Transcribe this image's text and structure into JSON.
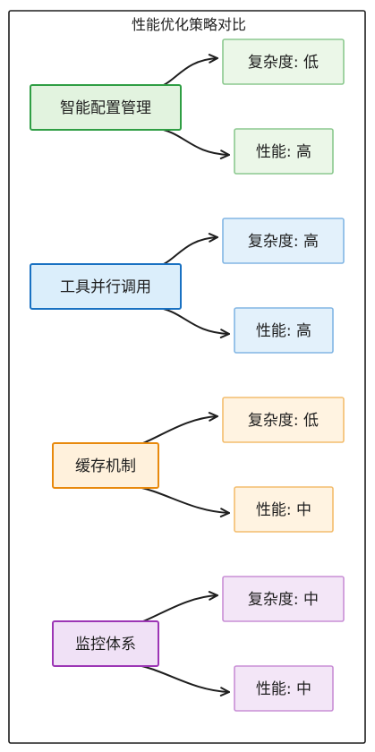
{
  "title": "性能优化策略对比",
  "colors": {
    "green": {
      "fill": "#e2f3df",
      "stroke": "#2f9e44",
      "fill_light": "#ebf7e8",
      "stroke_light": "#8cc98f"
    },
    "blue": {
      "fill": "#dbeefb",
      "stroke": "#1971c2",
      "fill_light": "#e3f1fb",
      "stroke_light": "#82b6e4"
    },
    "orange": {
      "fill": "#fff1dc",
      "stroke": "#e8890c",
      "fill_light": "#fff3e1",
      "stroke_light": "#f3bd6e"
    },
    "purple": {
      "fill": "#f0e1f6",
      "stroke": "#9c36b5",
      "fill_light": "#f3e6f7",
      "stroke_light": "#c98fd6"
    }
  },
  "groups": [
    {
      "strategy": "智能配置管理",
      "color": "green",
      "outcomes": [
        {
          "label": "复杂度: 低"
        },
        {
          "label": "性能: 高"
        }
      ]
    },
    {
      "strategy": "工具并行调用",
      "color": "blue",
      "outcomes": [
        {
          "label": "复杂度: 高"
        },
        {
          "label": "性能: 高"
        }
      ]
    },
    {
      "strategy": "缓存机制",
      "color": "orange",
      "outcomes": [
        {
          "label": "复杂度: 低"
        },
        {
          "label": "性能: 中"
        }
      ]
    },
    {
      "strategy": "监控体系",
      "color": "purple",
      "outcomes": [
        {
          "label": "复杂度: 中"
        },
        {
          "label": "性能: 中"
        }
      ]
    }
  ]
}
